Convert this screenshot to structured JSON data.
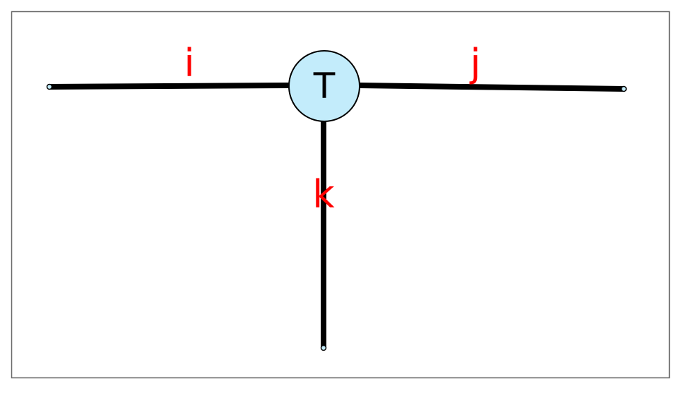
{
  "diagram": {
    "node": {
      "label": "T",
      "fill_color": "#c3ecfb",
      "stroke_color": "#000000"
    },
    "edges": [
      {
        "label": "i",
        "direction": "left"
      },
      {
        "label": "j",
        "direction": "right"
      },
      {
        "label": "k",
        "direction": "down"
      }
    ],
    "colors": {
      "edge": "#000000",
      "edge_label": "#ff0000",
      "frame": "#666666",
      "endpoint_fill": "#c3ecfb"
    }
  }
}
